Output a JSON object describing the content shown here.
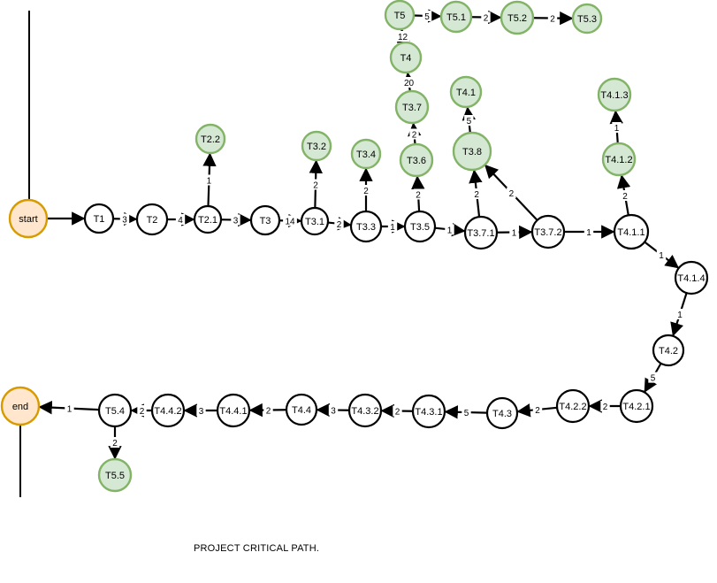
{
  "caption": "PROJECT CRITICAL PATH.",
  "colors": {
    "task_fill": "#ffffff",
    "task_stroke": "#000000",
    "green_fill": "#d5e8d4",
    "green_stroke": "#82b366",
    "terminal_fill": "#ffe6cc",
    "terminal_stroke": "#d79b00",
    "edge": "#000000"
  },
  "nodes": [
    {
      "id": "start",
      "label": "start",
      "style": "terminal"
    },
    {
      "id": "end",
      "label": "end",
      "style": "terminal"
    },
    {
      "id": "T1",
      "label": "T1",
      "style": "task"
    },
    {
      "id": "T2",
      "label": "T2",
      "style": "task"
    },
    {
      "id": "T2.1",
      "label": "T2.1",
      "style": "task"
    },
    {
      "id": "T2.2",
      "label": "T2.2",
      "style": "milestone"
    },
    {
      "id": "T3",
      "label": "T3",
      "style": "task"
    },
    {
      "id": "T3.1",
      "label": "T3.1",
      "style": "task"
    },
    {
      "id": "T3.2",
      "label": "T3.2",
      "style": "milestone"
    },
    {
      "id": "T3.3",
      "label": "T3.3",
      "style": "task"
    },
    {
      "id": "T3.4",
      "label": "T3.4",
      "style": "milestone"
    },
    {
      "id": "T3.5",
      "label": "T3.5",
      "style": "task"
    },
    {
      "id": "T3.6",
      "label": "T3.6",
      "style": "milestone"
    },
    {
      "id": "T3.7",
      "label": "T3.7",
      "style": "milestone"
    },
    {
      "id": "T4",
      "label": "T4",
      "style": "milestone"
    },
    {
      "id": "T5",
      "label": "T5",
      "style": "milestone"
    },
    {
      "id": "T5.1",
      "label": "T5.1",
      "style": "milestone"
    },
    {
      "id": "T5.2",
      "label": "T5.2",
      "style": "milestone"
    },
    {
      "id": "T5.3",
      "label": "T5.3",
      "style": "milestone"
    },
    {
      "id": "T3.7.1",
      "label": "T3.7.1",
      "style": "task"
    },
    {
      "id": "T3.8",
      "label": "T3.8",
      "style": "milestone"
    },
    {
      "id": "T4.1",
      "label": "T4.1",
      "style": "milestone"
    },
    {
      "id": "T3.7.2",
      "label": "T3.7.2",
      "style": "task"
    },
    {
      "id": "T4.1.1",
      "label": "T4.1.1",
      "style": "task"
    },
    {
      "id": "T4.1.2",
      "label": "T4.1.2",
      "style": "milestone"
    },
    {
      "id": "T4.1.3",
      "label": "T4.1.3",
      "style": "milestone"
    },
    {
      "id": "T4.1.4",
      "label": "T4.1.4",
      "style": "task"
    },
    {
      "id": "T4.2",
      "label": "T4.2",
      "style": "task"
    },
    {
      "id": "T4.2.1",
      "label": "T4.2.1",
      "style": "task"
    },
    {
      "id": "T4.2.2",
      "label": "T4.2.2",
      "style": "task"
    },
    {
      "id": "T4.3",
      "label": "T4.3",
      "style": "task"
    },
    {
      "id": "T4.3.1",
      "label": "T4.3.1",
      "style": "task"
    },
    {
      "id": "T4.3.2",
      "label": "T4.3.2",
      "style": "task"
    },
    {
      "id": "T4.4",
      "label": "T4.4",
      "style": "task"
    },
    {
      "id": "T4.4.1",
      "label": "T4.4.1",
      "style": "task"
    },
    {
      "id": "T4.4.2",
      "label": "T4.4.2",
      "style": "task"
    },
    {
      "id": "T5.4",
      "label": "T5.4",
      "style": "task"
    },
    {
      "id": "T5.5",
      "label": "T5.5",
      "style": "milestone"
    }
  ],
  "edges": [
    {
      "from": "start",
      "to": "T1",
      "label": ""
    },
    {
      "from": "T1",
      "to": "T2",
      "label": "3"
    },
    {
      "from": "T2",
      "to": "T2.1",
      "label": "4"
    },
    {
      "from": "T2.1",
      "to": "T2.2",
      "label": "1"
    },
    {
      "from": "T2.1",
      "to": "T3",
      "label": "3"
    },
    {
      "from": "T3",
      "to": "T3.1",
      "label": "14"
    },
    {
      "from": "T3.1",
      "to": "T3.2",
      "label": "2"
    },
    {
      "from": "T3.1",
      "to": "T3.3",
      "label": "2"
    },
    {
      "from": "T3.3",
      "to": "T3.4",
      "label": "2"
    },
    {
      "from": "T3.3",
      "to": "T3.5",
      "label": "1"
    },
    {
      "from": "T3.5",
      "to": "T3.6",
      "label": "2"
    },
    {
      "from": "T3.6",
      "to": "T3.7",
      "label": "2"
    },
    {
      "from": "T3.7",
      "to": "T4",
      "label": "20"
    },
    {
      "from": "T4",
      "to": "T5",
      "label": "12"
    },
    {
      "from": "T5",
      "to": "T5.1",
      "label": "5"
    },
    {
      "from": "T5.1",
      "to": "T5.2",
      "label": "2"
    },
    {
      "from": "T5.2",
      "to": "T5.3",
      "label": "2"
    },
    {
      "from": "T3.5",
      "to": "T3.7.1",
      "label": "1"
    },
    {
      "from": "T3.7.1",
      "to": "T3.8",
      "label": "2"
    },
    {
      "from": "T3.8",
      "to": "T4.1",
      "label": "5"
    },
    {
      "from": "T3.7.1",
      "to": "T3.7.2",
      "label": "1"
    },
    {
      "from": "T3.7.2",
      "to": "T3.8",
      "label": "2"
    },
    {
      "from": "T3.7.2",
      "to": "T4.1.1",
      "label": "1"
    },
    {
      "from": "T4.1.1",
      "to": "T4.1.2",
      "label": "2"
    },
    {
      "from": "T4.1.2",
      "to": "T4.1.3",
      "label": "1"
    },
    {
      "from": "T4.1.1",
      "to": "T4.1.4",
      "label": "1"
    },
    {
      "from": "T4.1.4",
      "to": "T4.2",
      "label": "1"
    },
    {
      "from": "T4.2",
      "to": "T4.2.1",
      "label": "5"
    },
    {
      "from": "T4.2.1",
      "to": "T4.2.2",
      "label": "2"
    },
    {
      "from": "T4.2.2",
      "to": "T4.3",
      "label": "2"
    },
    {
      "from": "T4.3",
      "to": "T4.3.1",
      "label": "5"
    },
    {
      "from": "T4.3.1",
      "to": "T4.3.2",
      "label": "2"
    },
    {
      "from": "T4.3.2",
      "to": "T4.4",
      "label": "3"
    },
    {
      "from": "T4.4",
      "to": "T4.4.1",
      "label": "2"
    },
    {
      "from": "T4.4.1",
      "to": "T4.4.2",
      "label": "3"
    },
    {
      "from": "T4.4.2",
      "to": "T5.4",
      "label": "2"
    },
    {
      "from": "T5.4",
      "to": "T5.5",
      "label": "2"
    },
    {
      "from": "T5.4",
      "to": "end",
      "label": "1"
    }
  ]
}
